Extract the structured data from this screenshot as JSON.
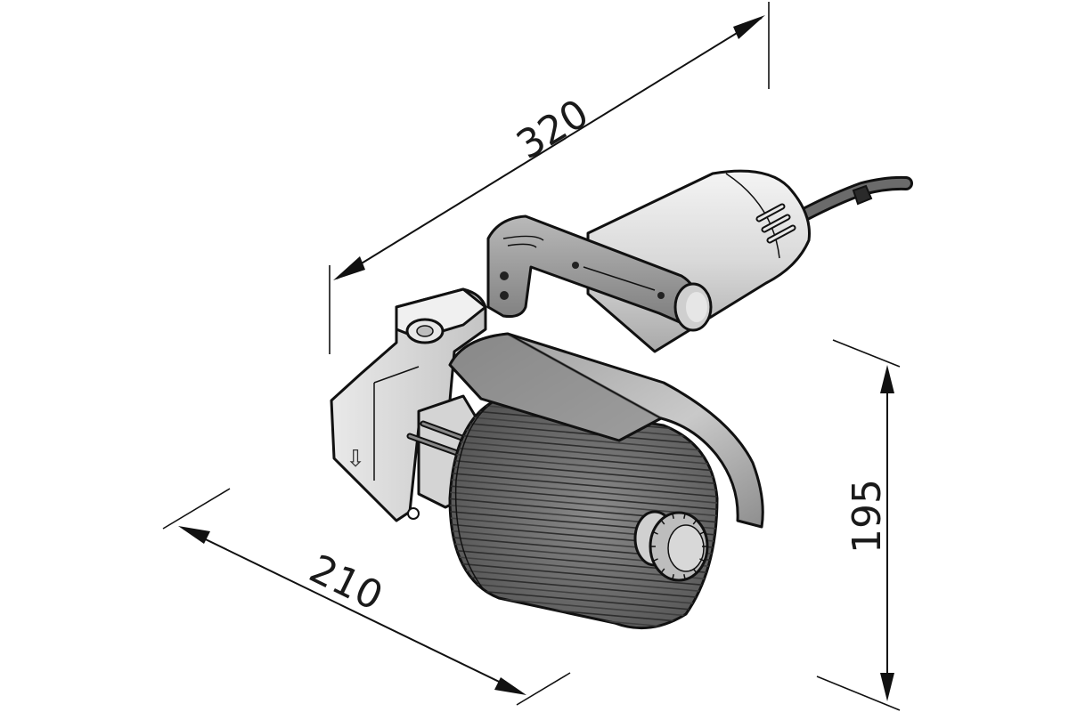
{
  "dimensions": {
    "length": "320",
    "depth": "210",
    "height": "195"
  },
  "direction_marker": "⇩"
}
